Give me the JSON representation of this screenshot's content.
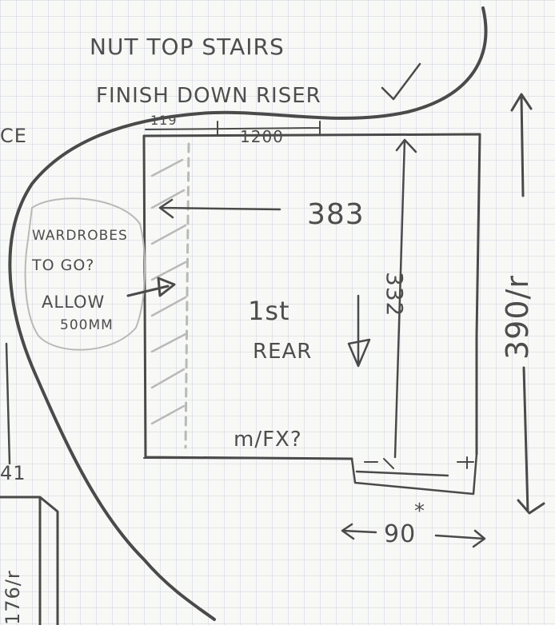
{
  "notes": {
    "line1": "NUT TOP STAIRS",
    "line2": "FINISH DOWN RISER"
  },
  "bubble": {
    "line1": "WARDROBES",
    "line2": "TO GO?",
    "line3": "ALLOW",
    "line4": "500MM"
  },
  "room": {
    "label_top": "1st",
    "label_bottom": "REAR",
    "fixture": "m/FX?"
  },
  "dimensions": {
    "top_left": "119",
    "top_right": "1200",
    "width_inner": "383",
    "height_inner": "332",
    "height_outer": "390/r",
    "bottom": "90",
    "bottom_mark": "*",
    "left_partial": "CE",
    "left_low": "41",
    "left_bottom": "176/r"
  },
  "colors": {
    "pencil": "#4a4a4a",
    "paper": "#f8f8f6",
    "grid": "#b4bccb"
  }
}
